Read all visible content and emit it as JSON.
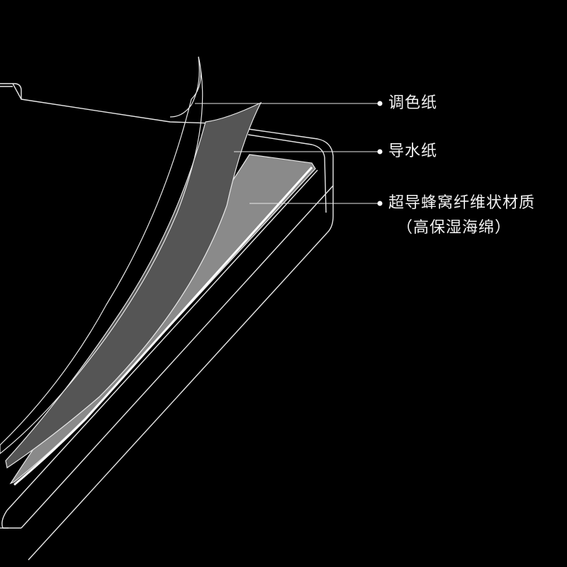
{
  "callouts": {
    "palette_paper": "调色纸",
    "guide_paper": "导水纸",
    "sponge_material": "超导蜂窝纤维状材质",
    "sponge_material_sub": "（高保湿海绵）"
  },
  "colors": {
    "background": "#000000",
    "outline": "#e8e8e8",
    "guide_paper_fill": "#555555",
    "sponge_fill": "#8a8a8a",
    "label_text": "#f2f2f2"
  }
}
